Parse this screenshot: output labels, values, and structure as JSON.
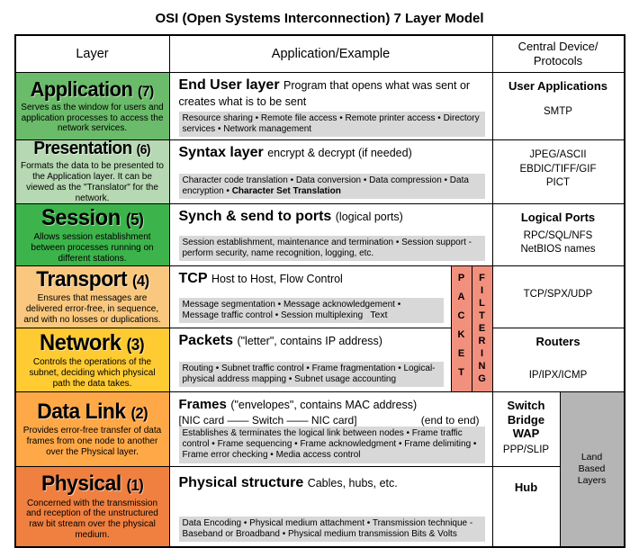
{
  "title": "OSI (Open Systems Interconnection) 7 Layer Model",
  "header": {
    "layer": "Layer",
    "application_example": "Application/Example",
    "central_device_line1": "Central Device/",
    "central_device_line2": "Protocols"
  },
  "colors": {
    "details_box": "#d8d8d8",
    "packet_strip": "#f2907e",
    "land_box": "#b5b5b5"
  },
  "overlays": {
    "packet": "PACKET",
    "filtering": "FILTERING",
    "land_based": "Land Based Layers"
  },
  "layers": [
    {
      "name": "Application",
      "number": "(7)",
      "color": "#6abb6a",
      "description": "Serves as the window for users and application processes to access the network services.",
      "example": {
        "title": "End User layer",
        "subtitle": "Program that opens what was sent or creates what is to be sent",
        "details": "Resource sharing • Remote file access • Remote printer access • Directory services • Network management"
      },
      "central": {
        "device": "User Applications",
        "protocols": [
          "SMTP"
        ]
      }
    },
    {
      "name": "Presentation",
      "number": "(6)",
      "color": "#b6d8b2",
      "description": "Formats the data to be presented to the Application layer. It can be viewed as the \"Translator\" for the network.",
      "example": {
        "title": "Syntax layer",
        "subtitle": "encrypt & decrypt (if needed)",
        "details": "Character code translation • Data conversion • Data compression • Data encryption • ",
        "details_bold": "Character Set Translation"
      },
      "central": {
        "protocols": [
          "JPEG/ASCII",
          "EBDIC/TIFF/GIF",
          "PICT"
        ]
      }
    },
    {
      "name": "Session",
      "number": "(5)",
      "color": "#3cb44b",
      "description": "Allows session establishment between processes running on different stations.",
      "example": {
        "title": "Synch & send to ports",
        "subtitle": "(logical ports)",
        "details": "Session establishment, maintenance and termination • Session support - perform security, name recognition, logging, etc."
      },
      "central": {
        "device": "Logical Ports",
        "protocols": [
          "RPC/SQL/NFS",
          "NetBIOS names"
        ]
      }
    },
    {
      "name": "Transport",
      "number": "(4)",
      "color": "#f9c87e",
      "description": "Ensures that messages are delivered error-free, in sequence, and with no losses or duplications.",
      "example": {
        "title": "TCP",
        "subtitle": "Host to Host, Flow Control",
        "details": "Message segmentation • Message acknowledgement • Message traffic control • Session multiplexing",
        "artifact": "Text"
      },
      "central": {
        "protocols": [
          "TCP/SPX/UDP"
        ]
      }
    },
    {
      "name": "Network",
      "number": "(3)",
      "color": "#ffcb32",
      "description": "Controls the operations of the subnet, deciding which physical path the data takes.",
      "example": {
        "title": "Packets",
        "subtitle": "(\"letter\", contains IP address)",
        "details": "Routing • Subnet traffic control • Frame fragmentation • Logical-physical address mapping • Subnet usage accounting"
      },
      "central": {
        "device": "Routers",
        "protocols": [
          "IP/IPX/ICMP"
        ]
      }
    },
    {
      "name": "Data Link",
      "number": "(2)",
      "color": "#ffa848",
      "description": "Provides error-free transfer of data frames from one node to another over the Physical layer.",
      "example": {
        "title": "Frames",
        "subtitle": "(\"envelopes\", contains MAC address)",
        "line2": "[NIC card —— Switch —— NIC card]",
        "line2_note": "(end to end)",
        "details": "Establishes & terminates the logical link between nodes • Frame traffic control • Frame sequencing • Frame acknowledgment • Frame delimiting • Frame error checking • Media access control"
      },
      "central": {
        "device_lines": [
          "Switch",
          "Bridge",
          "WAP"
        ],
        "protocols": [
          "PPP/SLIP"
        ]
      }
    },
    {
      "name": "Physical",
      "number": "(1)",
      "color": "#f08040",
      "description": "Concerned with the transmission and reception of the unstructured raw bit stream over the physical medium.",
      "example": {
        "title": "Physical structure",
        "subtitle": "Cables, hubs, etc.",
        "details": "Data Encoding • Physical medium attachment • Transmission technique - Baseband or Broadband • Physical medium transmission Bits & Volts"
      },
      "central": {
        "device": "Hub"
      }
    }
  ]
}
